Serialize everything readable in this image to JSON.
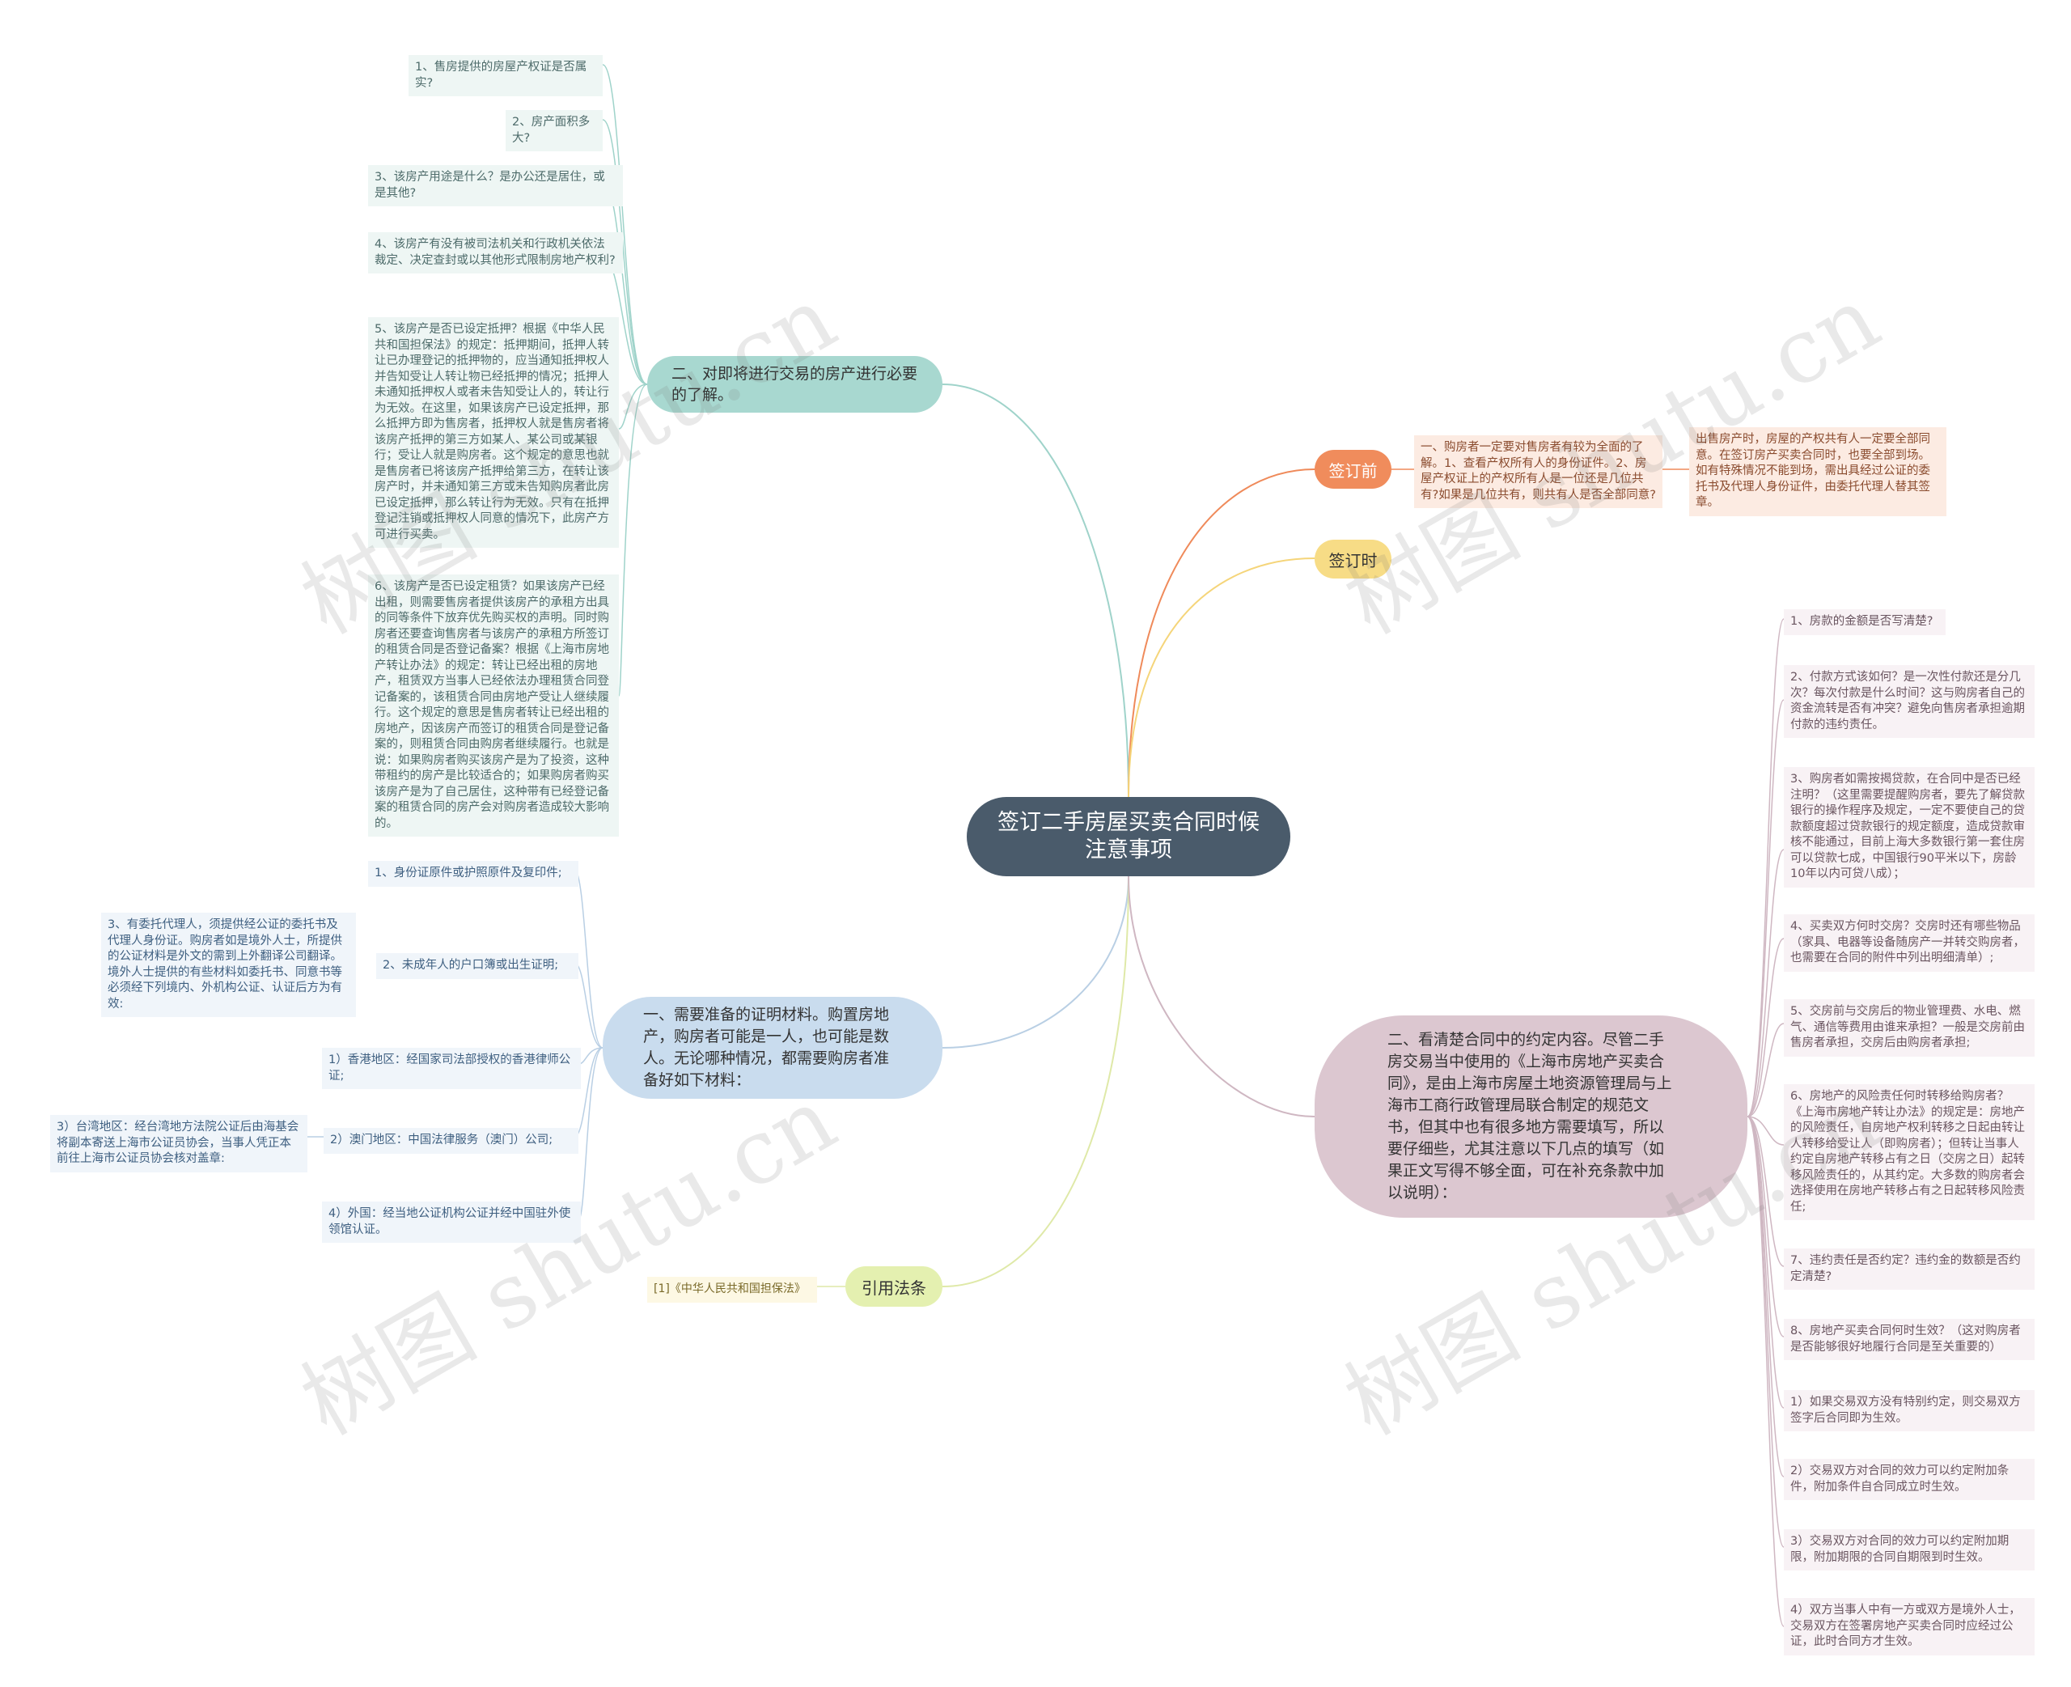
{
  "root": {
    "title": "签订二手房屋买卖合同时候注意事项"
  },
  "branches": {
    "b1": {
      "label": "二、对即将进行交易的房产进行必要的了解。",
      "items": [
        "1、售房提供的房屋产权证是否属实?",
        "2、房产面积多大?",
        "3、该房产用途是什么？是办公还是居住，或是其他?",
        "4、该房产有没有被司法机关和行政机关依法裁定、决定查封或以其他形式限制房地产权利?",
        "5、该房产是否已设定抵押？根据《中华人民共和国担保法》的规定：抵押期间，抵押人转让已办理登记的抵押物的，应当通知抵押权人并告知受让人转让物已经抵押的情况；抵押人未通知抵押权人或者未告知受让人的，转让行为无效。在这里，如果该房产已设定抵押，那么抵押方即为售房者，抵押权人就是售房者将该房产抵押的第三方如某人、某公司或某银行；受让人就是购房者。这个规定的意思也就是售房者已将该房产抵押给第三方，在转让该房产时，并未通知第三方或未告知购房者此房已设定抵押，那么转让行为无效。只有在抵押登记注销或抵押权人同意的情况下，此房产方可进行买卖。",
        "6、该房产是否已设定租赁？如果该房产已经出租，则需要售房者提供该房产的承租方出具的同等条件下放弃优先购买权的声明。同时购房者还要查询售房者与该房产的承租方所签订的租赁合同是否登记备案？根据《上海市房地产转让办法》的规定：转让已经出租的房地产，租赁双方当事人已经依法办理租赁合同登记备案的，该租赁合同由房地产受让人继续履行。这个规定的意思是售房者转让已经出租的房地产，因该房产而签订的租赁合同是登记备案的，则租赁合同由购房者继续履行。也就是说：如果购房者购买该房产是为了投资，这种带租约的房产是比较适合的；如果购房者购买该房产是为了自己居住，这种带有已经登记备案的租赁合同的房产会对购房者造成较大影响的。"
      ]
    },
    "b2": {
      "label": "一、需要准备的证明材料。购置房地产，购房者可能是一人，也可能是数人。无论哪种情况，都需要购房者准备好如下材料：",
      "items": [
        "1、身份证原件或护照原件及复印件;",
        "2、未成年人的户口簿或出生证明;",
        "3、有委托代理人，须提供经公证的委托书及代理人身份证。购房者如是境外人士，所提供的公证材料是外文的需到上外翻译公司翻译。境外人士提供的有些材料如委托书、同意书等必须经下列境内、外机构公证、认证后方为有效:",
        "1）香港地区：经国家司法部授权的香港律师公证;",
        "2）澳门地区：中国法律服务（澳门）公司;",
        "3）台湾地区：经台湾地方法院公证后由海基会将副本寄送上海市公证员协会，当事人凭正本前往上海市公证员协会核对盖章:",
        "4）外国：经当地公证机构公证并经中国驻外使领馆认证。"
      ]
    },
    "b3": {
      "label": "引用法条",
      "items": [
        "[1]《中华人民共和国担保法》"
      ]
    },
    "b4": {
      "label": "签订前",
      "items": [
        "一、购房者一定要对售房者有较为全面的了解。1、查看产权所有人的身份证件。2、房屋产权证上的产权所有人是一位还是几位共有?如果是几位共有，则共有人是否全部同意?",
        "出售房产时，房屋的产权共有人一定要全部同意。在签订房产买卖合同时，也要全部到场。如有特殊情况不能到场，需出具经过公证的委托书及代理人身份证件，由委托代理人替其签章。"
      ]
    },
    "b5": {
      "label": "签订时"
    },
    "b6": {
      "label": "二、看清楚合同中的约定内容。尽管二手房交易当中使用的《上海市房地产买卖合同》，是由上海市房屋土地资源管理局与上海市工商行政管理局联合制定的规范文书，但其中也有很多地方需要填写，所以要仔细些，尤其注意以下几点的填写（如果正文写得不够全面，可在补充条款中加以说明）：",
      "items": [
        "1、房款的金额是否写清楚?",
        "2、付款方式该如何？是一次性付款还是分几次？每次付款是什么时间？这与购房者自己的资金流转是否有冲突？避免向售房者承担逾期付款的违约责任。",
        "3、购房者如需按揭贷款，在合同中是否已经注明？（这里需要提醒购房者，要先了解贷款银行的操作程序及规定，一定不要使自己的贷款额度超过贷款银行的规定额度，造成贷款审核不能通过，目前上海大多数银行第一套住房可以贷款七成，中国银行90平米以下，房龄10年以内可贷八成）；",
        "4、买卖双方何时交房？交房时还有哪些物品（家具、电器等设备随房产一并转交购房者，也需要在合同的附件中列出明细清单）;",
        "5、交房前与交房后的物业管理费、水电、燃气、通信等费用由谁来承担？一般是交房前由售房者承担，交房后由购房者承担;",
        "6、房地产的风险责任何时转移给购房者？《上海市房地产转让办法》的规定是：房地产的风险责任，自房地产权利转移之日起由转让人转移给受让人（即购房者）；但转让当事人约定自房地产转移占有之日（交房之日）起转移风险责任的，从其约定。大多数的购房者会选择使用在房地产转移占有之日起转移风险责任;",
        "7、违约责任是否约定？违约金的数额是否约定清楚?",
        "8、房地产买卖合同何时生效？（这对购房者是否能够很好地履行合同是至关重要的）",
        "1）如果交易双方没有特别约定，则交易双方签字后合同即为生效。",
        "2）交易双方对合同的效力可以约定附加条件，附加条件自合同成立时生效。",
        "3）交易双方对合同的效力可以约定附加期限，附加期限的合同自期限到时生效。",
        "4）双方当事人中有一方或双方是境外人士，交易双方在签署房地产买卖合同时应经过公证，此时合同方才生效。"
      ]
    }
  },
  "watermark": "树图 shutu.cn",
  "colors": {
    "root": "#4a5b6b",
    "teal": "#a8d8d0",
    "blue": "#c9dcee",
    "yellow_green": "#e4f0b0",
    "orange": "#f08c5c",
    "gold": "#f7dc86",
    "mauve": "#dcc7d0"
  }
}
